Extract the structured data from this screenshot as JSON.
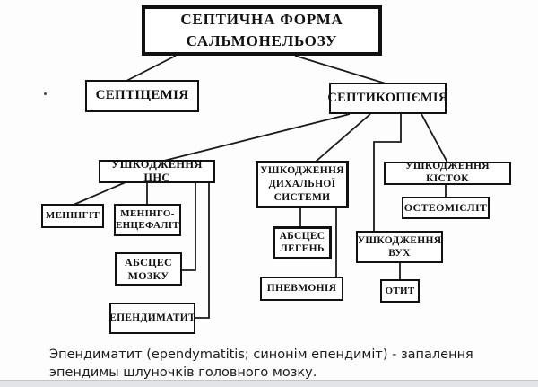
{
  "diagram": {
    "title": "СЕПТИЧНА ФОРМА САЛЬМОНЕЛЬОЗУ",
    "ink_color": "#1a1a1a",
    "nodes": {
      "root": {
        "label": "СЕПТИЧНА ФОРМА\nСАЛЬМОНЕЛЬОЗУ"
      },
      "septicemia": {
        "label": "СЕПТІЦЕМІЯ"
      },
      "septicopyemia": {
        "label": "СЕПТИКОПІЄМІЯ"
      },
      "cns_damage": {
        "label": "УШКОДЖЕННЯ ЦНС"
      },
      "respiratory_damage": {
        "label": "УШКОДЖЕННЯ\nДИХАЛЬНОЇ\nСИСТЕМИ"
      },
      "bone_damage": {
        "label": "УШКОДЖЕННЯ КІСТОК"
      },
      "meningitis": {
        "label": "МЕНІНГІТ"
      },
      "meningoencephalitis": {
        "label": "МЕНІНГО-\nЕНЦЕФАЛІТ"
      },
      "brain_abscess": {
        "label": "АБСЦЕС\nМОЗКУ"
      },
      "ependymatitis": {
        "label": "ЕПЕНДИМАТИТ"
      },
      "lung_abscess": {
        "label": "АБСЦЕС\nЛЕГЕНЬ"
      },
      "pneumonia": {
        "label": "ПНЕВМОНІЯ"
      },
      "osteomyelitis": {
        "label": "ОСТЕОМІЄЛІТ"
      },
      "ear_damage": {
        "label": "УШКОДЖЕННЯ\nВУХ"
      },
      "otitis": {
        "label": "ОТИТ"
      }
    },
    "edges": [
      {
        "from": "root",
        "to": "septicemia"
      },
      {
        "from": "root",
        "to": "septicopyemia"
      },
      {
        "from": "septicopyemia",
        "to": "cns_damage"
      },
      {
        "from": "septicopyemia",
        "to": "respiratory_damage"
      },
      {
        "from": "septicopyemia",
        "to": "ear_damage"
      },
      {
        "from": "septicopyemia",
        "to": "bone_damage"
      },
      {
        "from": "cns_damage",
        "to": "meningitis"
      },
      {
        "from": "cns_damage",
        "to": "meningoencephalitis"
      },
      {
        "from": "cns_damage",
        "to": "brain_abscess"
      },
      {
        "from": "cns_damage",
        "to": "ependymatitis"
      },
      {
        "from": "respiratory_damage",
        "to": "lung_abscess"
      },
      {
        "from": "respiratory_damage",
        "to": "pneumonia"
      },
      {
        "from": "bone_damage",
        "to": "osteomyelitis"
      },
      {
        "from": "ear_damage",
        "to": "otitis"
      }
    ]
  },
  "caption": {
    "text": "Эпендиматит (ependymatitis; синонім епендиміт) - запалення\nэпендимы шлуночків головного мозку."
  }
}
